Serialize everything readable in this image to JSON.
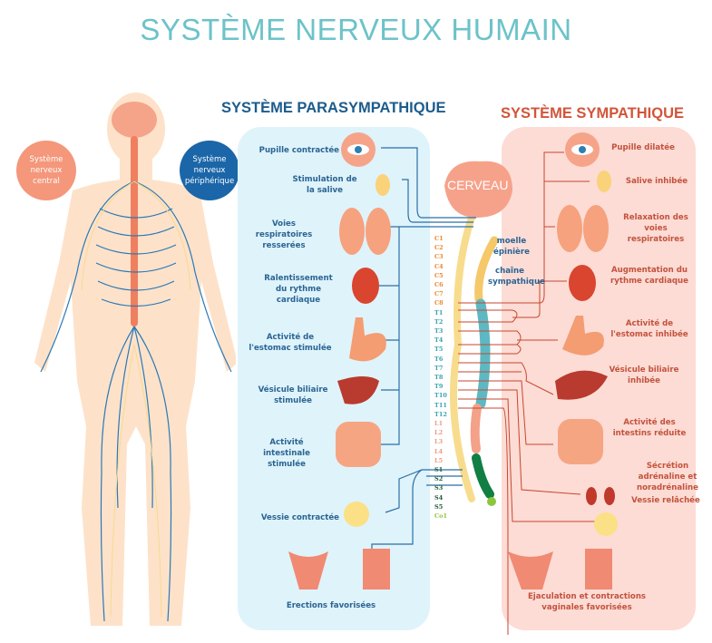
{
  "title": "SYSTÈME NERVEUX HUMAIN",
  "central_label": "Système nerveux central",
  "peripheral_label": "Système nerveux périphérique",
  "brain_label": "CERVEAU",
  "spinal_cord_label": "moelle épinière",
  "chain_label": "chaîne sympathique",
  "parasympathetic": {
    "title": "SYSTÈME PARASYMPATHIQUE",
    "items": [
      "Pupille contractée",
      "Stimulation de la salive",
      "Voies respiratoires resserées",
      "Ralentissement du rythme cardiaque",
      "Activité de l'estomac stimulée",
      "Vésicule biliaire stimulée",
      "Activité intestinale stimulée",
      "Vessie contractée",
      "Erections favorisées"
    ]
  },
  "sympathetic": {
    "title": "SYSTÈME SYMPATHIQUE",
    "items": [
      "Pupille dilatée",
      "Salive inhibée",
      "Relaxation des voies respiratoires",
      "Augmentation du rythme cardiaque",
      "Activité de l'estomac inhibée",
      "Vésicule biliaire inhibée",
      "Activité des intestins réduite",
      "Sécrétion adrénaline et noradrénaline",
      "Vessie relâchée",
      "Ejaculation et contractions vaginales favorisées"
    ]
  },
  "vertebrae": [
    {
      "group": "cervical",
      "color": "#e8892f",
      "labels": [
        "C1",
        "C2",
        "C3",
        "C4",
        "C5",
        "C6",
        "C7",
        "C8"
      ]
    },
    {
      "group": "thoracic",
      "color": "#3aa3ad",
      "labels": [
        "T1",
        "T2",
        "T3",
        "T4",
        "T5",
        "T6",
        "T7",
        "T8",
        "T9",
        "T10",
        "T11",
        "T12"
      ]
    },
    {
      "group": "lumbar",
      "color": "#ef9a82",
      "labels": [
        "L1",
        "L2",
        "L3",
        "L4",
        "L5"
      ]
    },
    {
      "group": "sacral",
      "color": "#1f5e3a",
      "labels": [
        "S1",
        "S2",
        "S3",
        "S4",
        "S5"
      ]
    },
    {
      "group": "coccyx",
      "color": "#8cc63f",
      "labels": [
        "Co1"
      ]
    }
  ],
  "colors": {
    "title": "#6cc3c9",
    "para": "#1c5c8c",
    "symp": "#d2553a",
    "nerve_blue": "#2a6fa8",
    "nerve_red": "#c8462f"
  }
}
